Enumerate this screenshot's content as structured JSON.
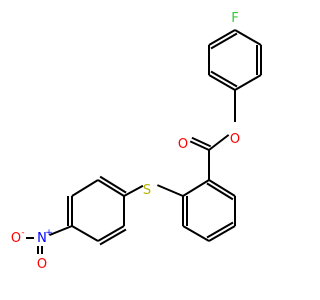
{
  "molecule": {
    "atoms": {
      "fluorine": {
        "symbol": "F",
        "color": "#33cc33"
      },
      "ester_oxygen": {
        "symbol": "O",
        "color": "#ff0000"
      },
      "carbonyl_oxygen": {
        "symbol": "O",
        "color": "#ff0000"
      },
      "sulfur": {
        "symbol": "S",
        "color": "#b3b300"
      },
      "nitro_nitrogen": {
        "symbol": "N",
        "charge": "+",
        "color": "#0000ff"
      },
      "nitro_oxygen_anion": {
        "symbol": "O",
        "charge": "-",
        "color": "#ff0000"
      },
      "nitro_oxygen": {
        "symbol": "O",
        "color": "#ff0000"
      }
    },
    "bond_color": "#000000"
  }
}
